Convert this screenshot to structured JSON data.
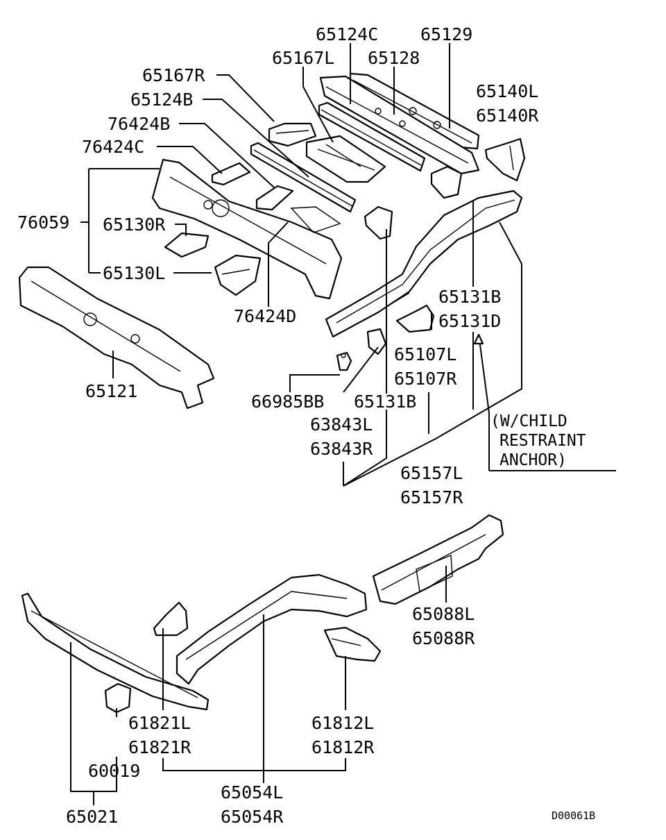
{
  "diagram": {
    "code": "D00061B",
    "note": [
      "(W/CHILD",
      "RESTRAINT",
      "ANCHOR)"
    ],
    "labels": {
      "l65124C": "65124C",
      "l65129": "65129",
      "l65167L": "65167L",
      "l65128": "65128",
      "l65167R": "65167R",
      "l65140L": "65140L",
      "l65140R": "65140R",
      "l65124B": "65124B",
      "l76424B": "76424B",
      "l76424C": "76424C",
      "l76059": "76059",
      "l65130R": "65130R",
      "l65130L": "65130L",
      "l76424D": "76424D",
      "l65131B_a": "65131B",
      "l65131D": "65131D",
      "l65107L": "65107L",
      "l65107R": "65107R",
      "l65121": "65121",
      "l66985BB": "66985BB",
      "l65131B_b": "65131B",
      "l63843L": "63843L",
      "l63843R": "63843R",
      "l65157L": "65157L",
      "l65157R": "65157R",
      "l65088L": "65088L",
      "l65088R": "65088R",
      "l61821L": "61821L",
      "l61821R": "61821R",
      "l61812L": "61812L",
      "l61812R": "61812R",
      "l60019": "60019",
      "l65054L": "65054L",
      "l65054R": "65054R",
      "l65021": "65021"
    }
  }
}
